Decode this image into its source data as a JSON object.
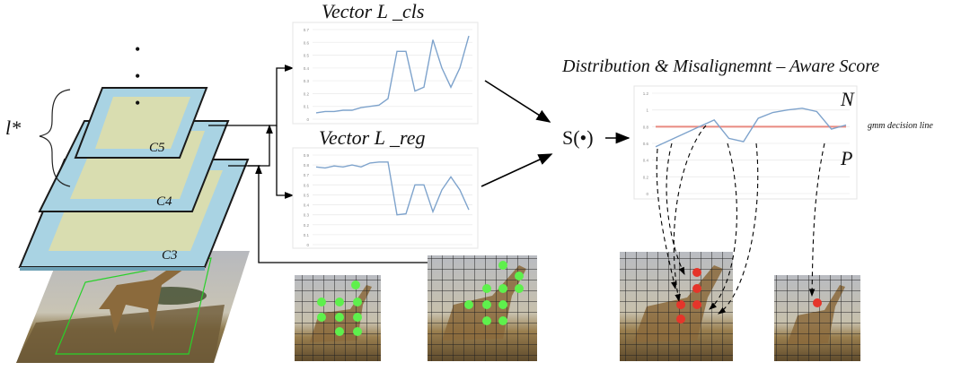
{
  "labels": {
    "vector_cls": "Vector L _cls",
    "vector_reg": "Vector L _reg",
    "score_title": "Distribution & Misalignemnt – Aware Score",
    "score_func": "S(•)",
    "N": "N",
    "P": "P",
    "gmm_line": "gmm decision line",
    "l_star": "l*",
    "levels": [
      "C5",
      "C4",
      "C3"
    ],
    "ellipsis": "•\n•\n•"
  },
  "colors": {
    "plane_fill": "#a9d3e3",
    "plane_inner": "#d9ddb0",
    "line_blue": "#7ea3cc",
    "decision_red": "#e98a80",
    "green_dot": "#5ef04c",
    "red_dot": "#e5352a",
    "grid_line": "#222222"
  },
  "chart_data": [
    {
      "type": "line",
      "name": "cls",
      "ylim": [
        0,
        0.7
      ],
      "y_ticks": [
        "0.7",
        "0.6",
        "0.5",
        "0.4",
        "0.3",
        "0.2",
        "0.1",
        "0"
      ],
      "values": [
        0.05,
        0.06,
        0.06,
        0.07,
        0.07,
        0.09,
        0.1,
        0.11,
        0.16,
        0.53,
        0.53,
        0.22,
        0.25,
        0.62,
        0.4,
        0.25,
        0.4,
        0.65
      ]
    },
    {
      "type": "line",
      "name": "reg",
      "ylim": [
        0,
        0.9
      ],
      "y_ticks": [
        "0.9",
        "0.8",
        "0.7",
        "0.6",
        "0.5",
        "0.4",
        "0.3",
        "0.2",
        "0.1",
        "0"
      ],
      "values": [
        0.78,
        0.77,
        0.79,
        0.78,
        0.8,
        0.78,
        0.82,
        0.83,
        0.83,
        0.3,
        0.31,
        0.6,
        0.6,
        0.33,
        0.55,
        0.68,
        0.55,
        0.35
      ]
    },
    {
      "type": "line",
      "name": "score",
      "ylim": [
        0,
        1.2
      ],
      "y_ticks": [
        "1.2",
        "1",
        "0.8",
        "0.6",
        "0.4",
        "0.2",
        "0"
      ],
      "values": [
        0.56,
        0.64,
        0.72,
        0.8,
        0.88,
        0.66,
        0.62,
        0.9,
        0.97,
        1.0,
        1.02,
        0.98,
        0.77,
        0.82
      ],
      "decision_line": 0.8
    }
  ]
}
